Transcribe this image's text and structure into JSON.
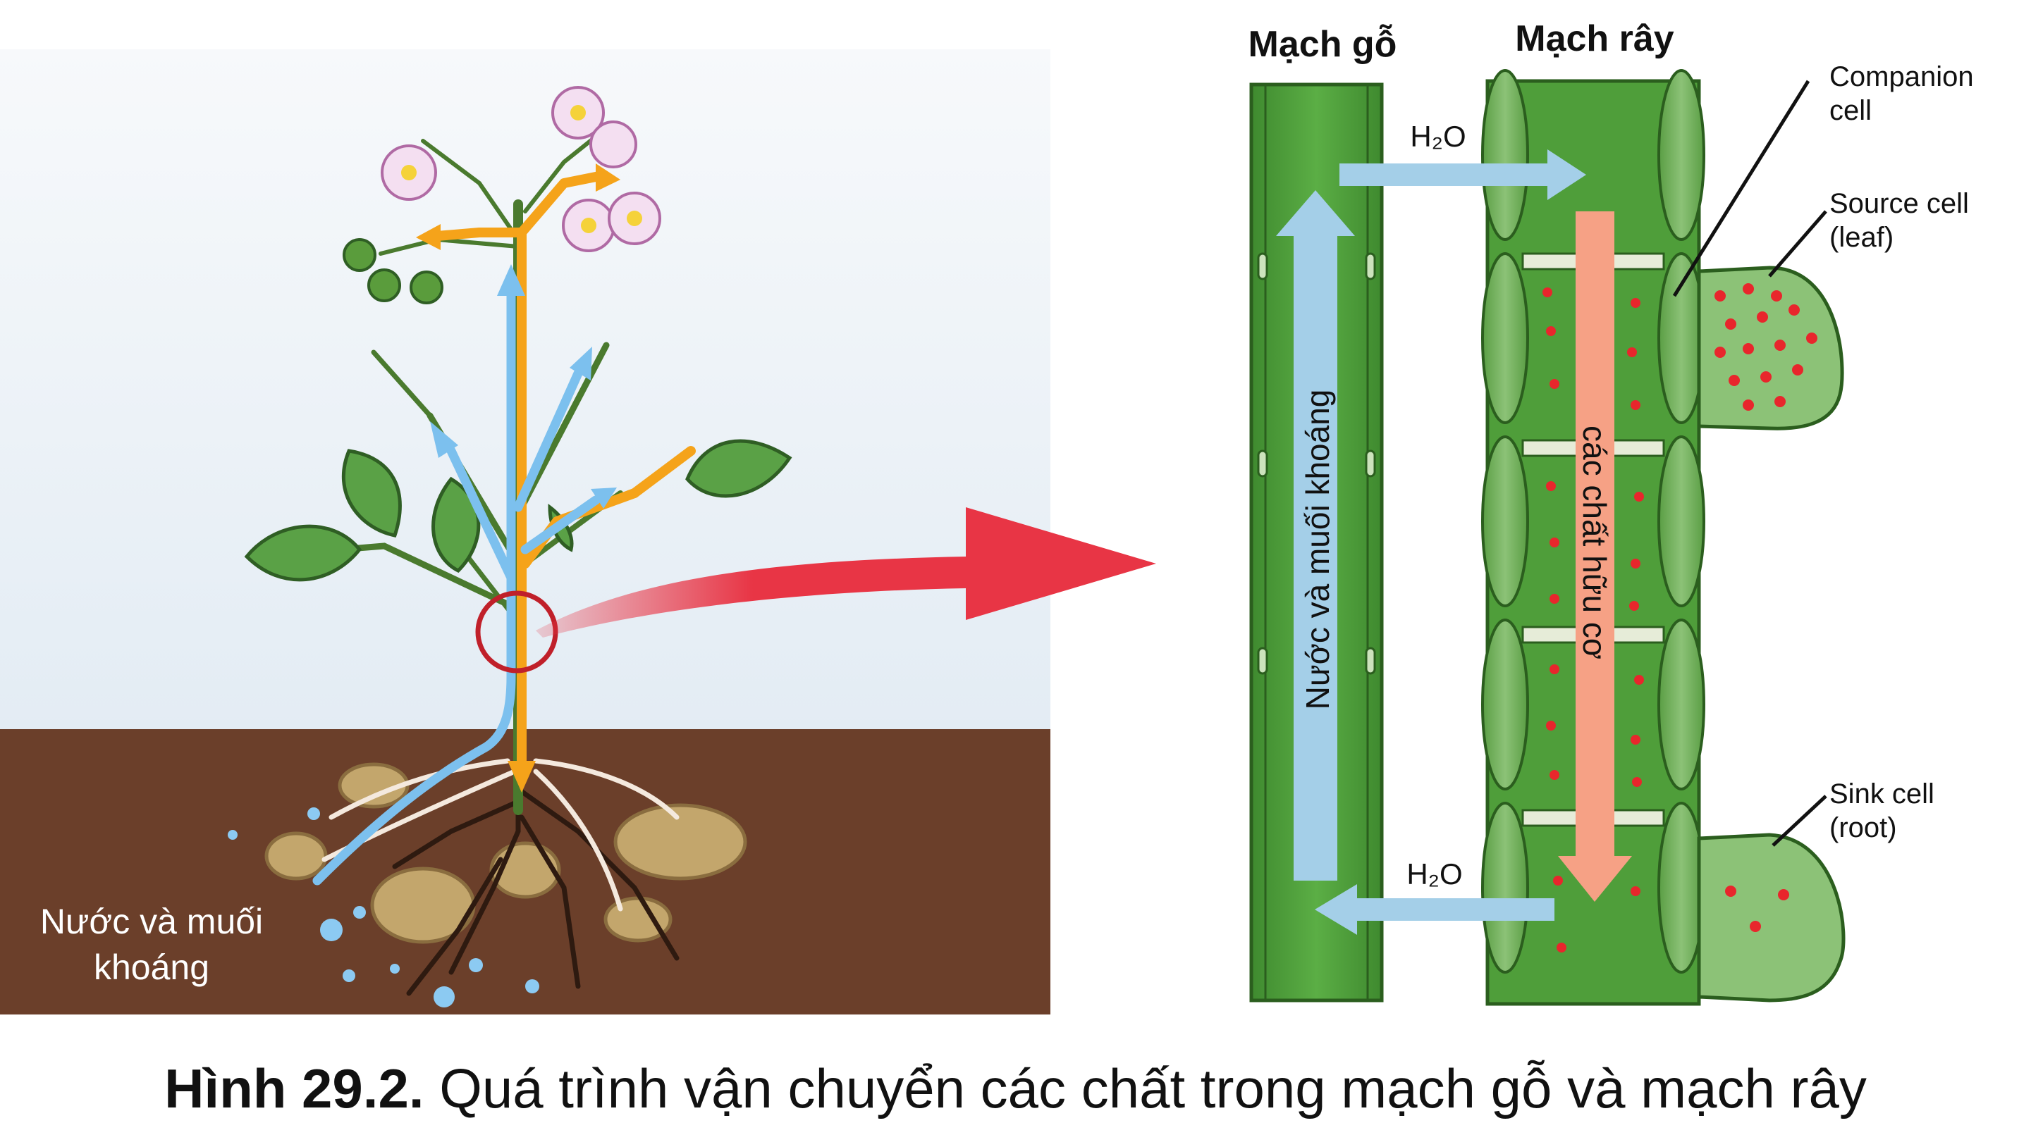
{
  "left_panel": {
    "soil_label_line1": "Nước và muối",
    "soil_label_line2": "khoáng"
  },
  "right_panel": {
    "xylem_title": "Mạch gỗ",
    "phloem_title": "Mạch rây",
    "xylem_flow_label": "Nước và muối khoáng",
    "phloem_flow_label": "các chất hữu cơ",
    "h2o_top": "H₂O",
    "h2o_bottom": "H₂O",
    "companion_line1": "Companion",
    "companion_line2": "cell",
    "source_line1": "Source cell",
    "source_line2": "(leaf)",
    "sink_line1": "Sink cell",
    "sink_line2": "(root)"
  },
  "caption": {
    "number": "Hình 29.2.",
    "text": "Quá trình vận chuyển các chất trong mạch gỗ và mạch rây"
  },
  "colors": {
    "sky": "#eef3f8",
    "soil": "#6b3f2a",
    "leaf": "#5aa146",
    "xylem_green": "#4f9e3a",
    "water_arrow": "#9fcbe8",
    "organic_arrow": "#f6a185",
    "sugar_dot": "#e8262c",
    "pointer_arrow": "#e83545",
    "orange_flow": "#f5a31a",
    "blue_flow": "#7cc0ee"
  }
}
